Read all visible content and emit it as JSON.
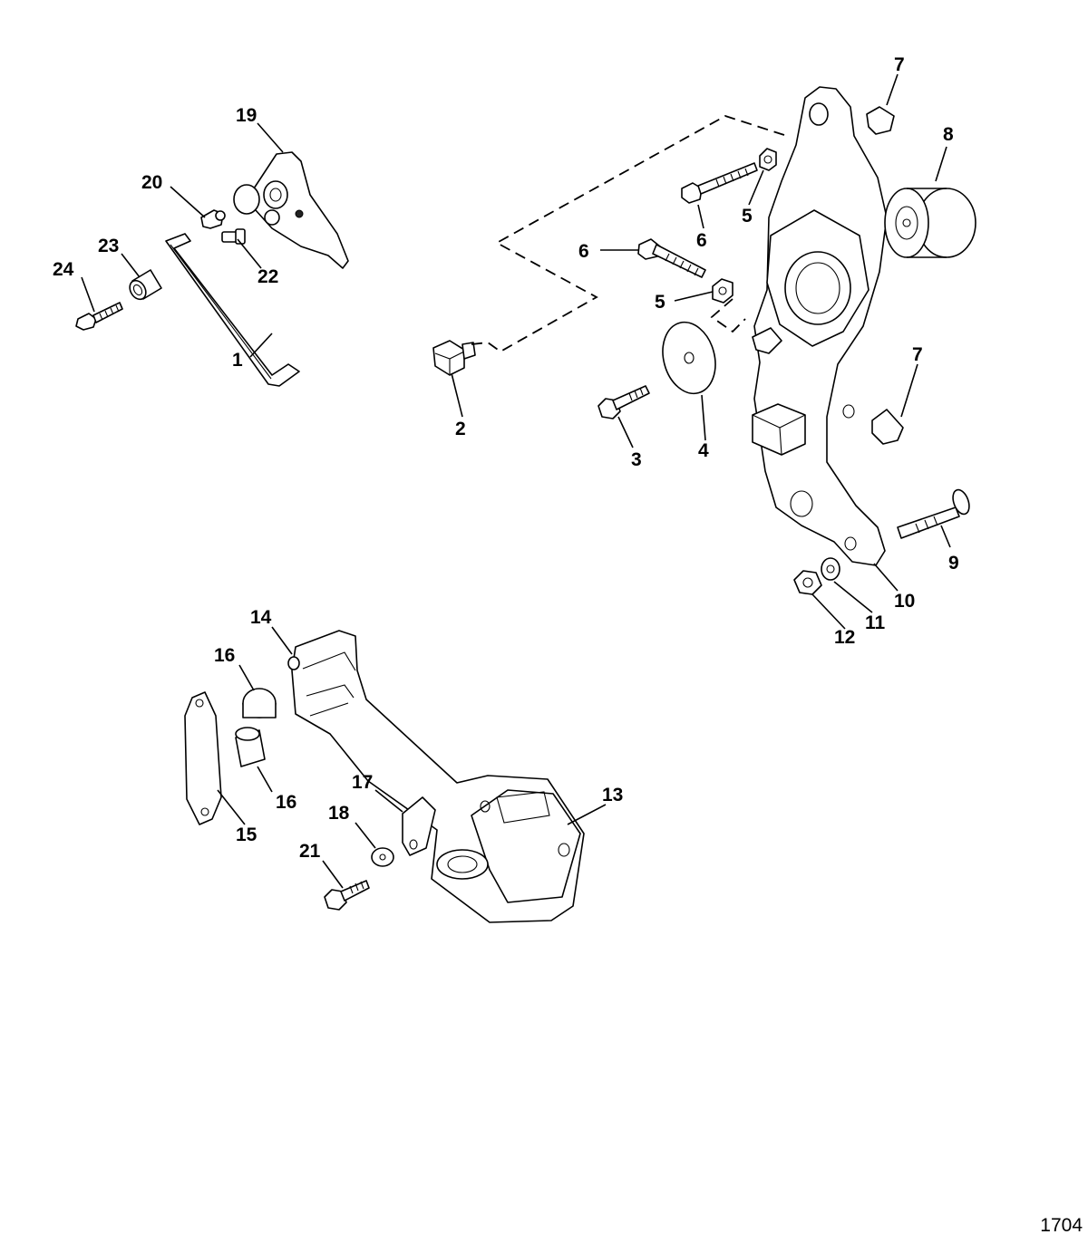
{
  "callouts": [
    {
      "id": "c1",
      "label": "1"
    },
    {
      "id": "c2",
      "label": "2"
    },
    {
      "id": "c3",
      "label": "3"
    },
    {
      "id": "c4",
      "label": "4"
    },
    {
      "id": "c5a",
      "label": "5"
    },
    {
      "id": "c5b",
      "label": "5"
    },
    {
      "id": "c6a",
      "label": "6"
    },
    {
      "id": "c6b",
      "label": "6"
    },
    {
      "id": "c7a",
      "label": "7"
    },
    {
      "id": "c7b",
      "label": "7"
    },
    {
      "id": "c8",
      "label": "8"
    },
    {
      "id": "c9",
      "label": "9"
    },
    {
      "id": "c10",
      "label": "10"
    },
    {
      "id": "c11",
      "label": "11"
    },
    {
      "id": "c12",
      "label": "12"
    },
    {
      "id": "c13",
      "label": "13"
    },
    {
      "id": "c14",
      "label": "14"
    },
    {
      "id": "c15",
      "label": "15"
    },
    {
      "id": "c16a",
      "label": "16"
    },
    {
      "id": "c16b",
      "label": "16"
    },
    {
      "id": "c17",
      "label": "17"
    },
    {
      "id": "c18",
      "label": "18"
    },
    {
      "id": "c19",
      "label": "19"
    },
    {
      "id": "c20",
      "label": "20"
    },
    {
      "id": "c21",
      "label": "21"
    },
    {
      "id": "c22",
      "label": "22"
    },
    {
      "id": "c23",
      "label": "23"
    },
    {
      "id": "c24",
      "label": "24"
    }
  ],
  "drawing_number": "1704"
}
